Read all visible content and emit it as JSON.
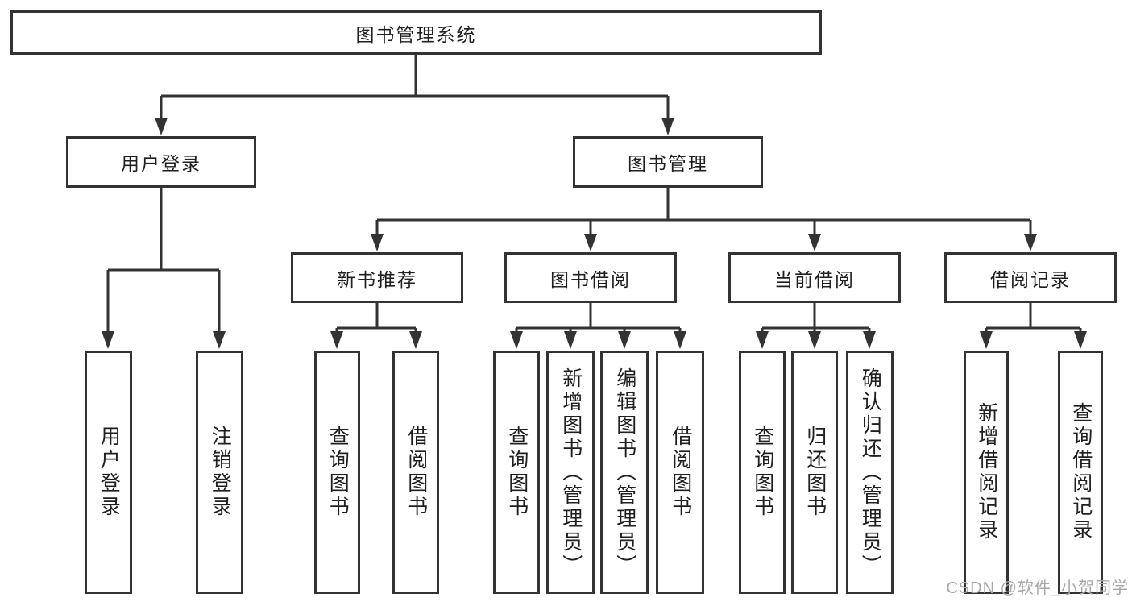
{
  "tree": {
    "label": "图书管理系统",
    "children": [
      {
        "label": "用户登录",
        "children": [
          {
            "label": "用户登录"
          },
          {
            "label": "注销登录"
          }
        ]
      },
      {
        "label": "图书管理",
        "children": [
          {
            "label": "新书推荐",
            "children": [
              {
                "label": "查询图书"
              },
              {
                "label": "借阅图书"
              }
            ]
          },
          {
            "label": "图书借阅",
            "children": [
              {
                "label": "查询图书"
              },
              {
                "label": "新增图书（管理员）"
              },
              {
                "label": "编辑图书（管理员）"
              },
              {
                "label": "借阅图书"
              }
            ]
          },
          {
            "label": "当前借阅",
            "children": [
              {
                "label": "查询图书"
              },
              {
                "label": "归还图书"
              },
              {
                "label": "确认归还（管理员）"
              }
            ]
          },
          {
            "label": "借阅记录",
            "children": [
              {
                "label": "新增借阅记录"
              },
              {
                "label": "查询借阅记录"
              }
            ]
          }
        ]
      }
    ]
  },
  "watermark": {
    "text": "CSDN @软件_小贺同学"
  },
  "colors": {
    "line": "#333333",
    "text": "#1f1f1f",
    "background": "#ffffff",
    "watermark": "#a8a8a8"
  }
}
